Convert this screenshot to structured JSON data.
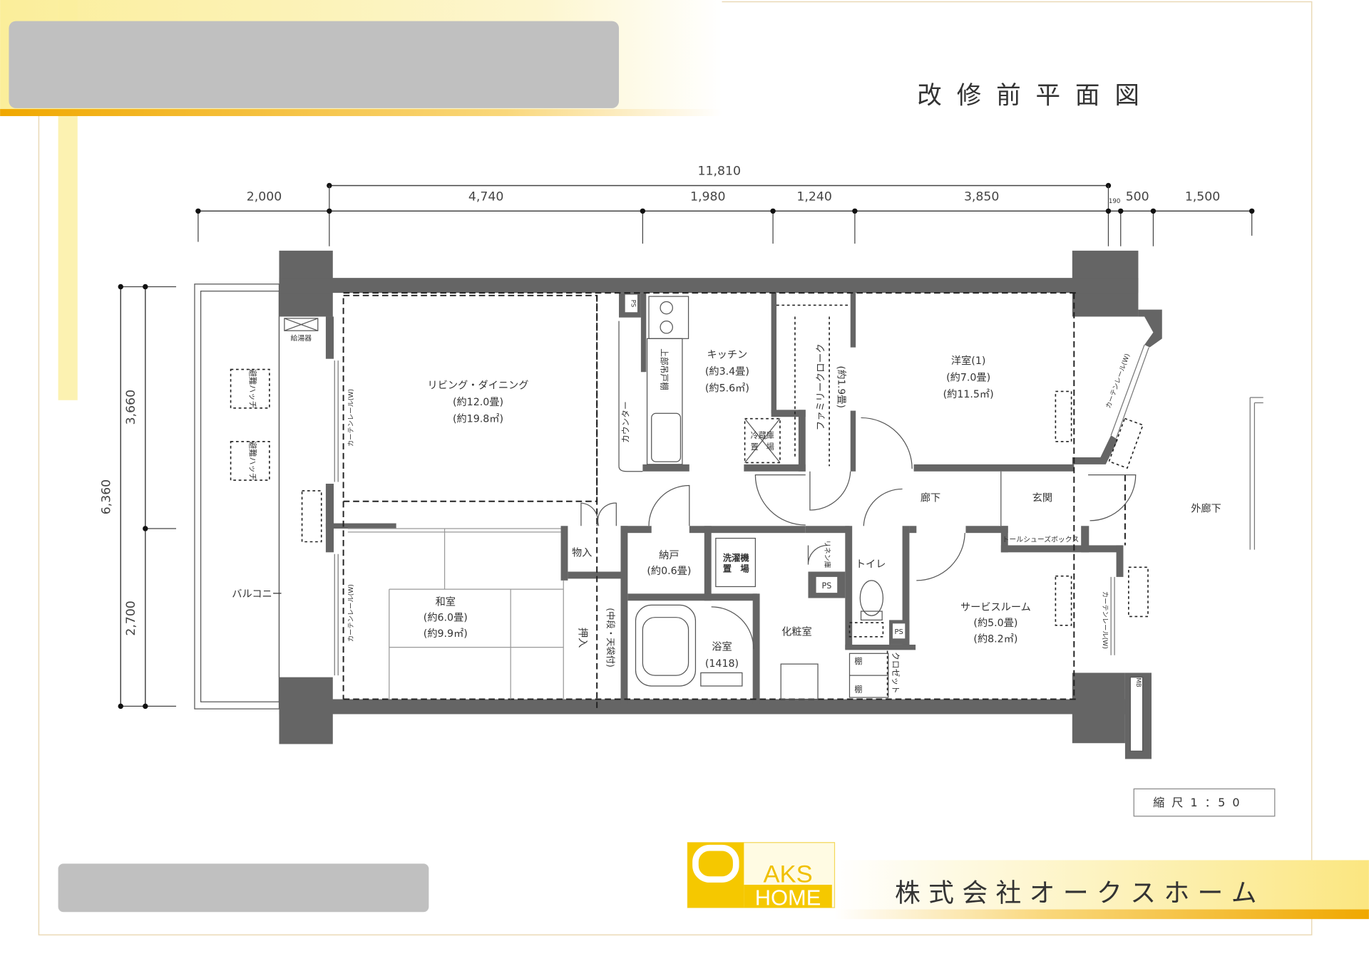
{
  "header": {
    "title": "改 修 前 平 面 図"
  },
  "dimensions": {
    "total_width": "11,810",
    "widths": [
      "2,000",
      "4,740",
      "1,980",
      "1,240",
      "3,850",
      "190",
      "500",
      "1,500"
    ],
    "total_depth": "6,360",
    "depths": [
      "3,660",
      "2,700"
    ]
  },
  "rooms": {
    "living": {
      "name": "リビング・ダイニング",
      "tatami": "(約12.0畳)",
      "area": "(約19.8㎡)"
    },
    "kitchen": {
      "name": "キッチン",
      "tatami": "(約3.4畳)",
      "area": "(約5.6㎡)"
    },
    "family_cloak": {
      "name": "ファミリークローク",
      "tatami": "(約1.9畳)"
    },
    "western1": {
      "name": "洋室(1)",
      "tatami": "(約7.0畳)",
      "area": "(約11.5㎡)"
    },
    "hallway": "廊下",
    "entrance": "玄関",
    "outer_corridor": "外廊下",
    "shoe_box": "トールシューズボックス",
    "storage": "物入",
    "closet_small": {
      "name": "納戸",
      "tatami": "(約0.6畳)"
    },
    "washer": {
      "line1": "洗濯機",
      "line2": "置　場"
    },
    "japanese": {
      "name": "和室",
      "tatami": "(約6.0畳)",
      "area": "(約9.9㎡)"
    },
    "oshiire": "押入",
    "oshiire_note": "(中段・天袋付)",
    "bath": {
      "name": "浴室",
      "size": "(1418)"
    },
    "powder": "化粧室",
    "toilet": "トイレ",
    "linen": "リネン庫",
    "ps": "PS",
    "shelf": "棚",
    "closet": "クロゼット",
    "service": {
      "name": "サービスルーム",
      "tatami": "(約5.0畳)",
      "area": "(約8.2㎡)"
    },
    "balcony": "バルコニー",
    "water_heater": "給湯器",
    "counter": "カウンター",
    "upper_cabinet": "上部吊戸棚",
    "fridge": {
      "line1": "冷蔵庫",
      "line2": "置　場"
    },
    "curtain_rail": "カーテンレール(W)",
    "hatch": "避難ハッチ",
    "mb": "MB"
  },
  "scale": "縮 尺 1 ：5 0",
  "footer": {
    "logo_top": "AKS",
    "logo_bottom": "HOME",
    "company": "株 式 会 社 オ ー ク ス ホ ー ム"
  },
  "colors": {
    "wall": "#656565",
    "accent_yellow": "#f5c800",
    "accent_orange": "#f0a800",
    "redaction": "#c0c0c0"
  }
}
